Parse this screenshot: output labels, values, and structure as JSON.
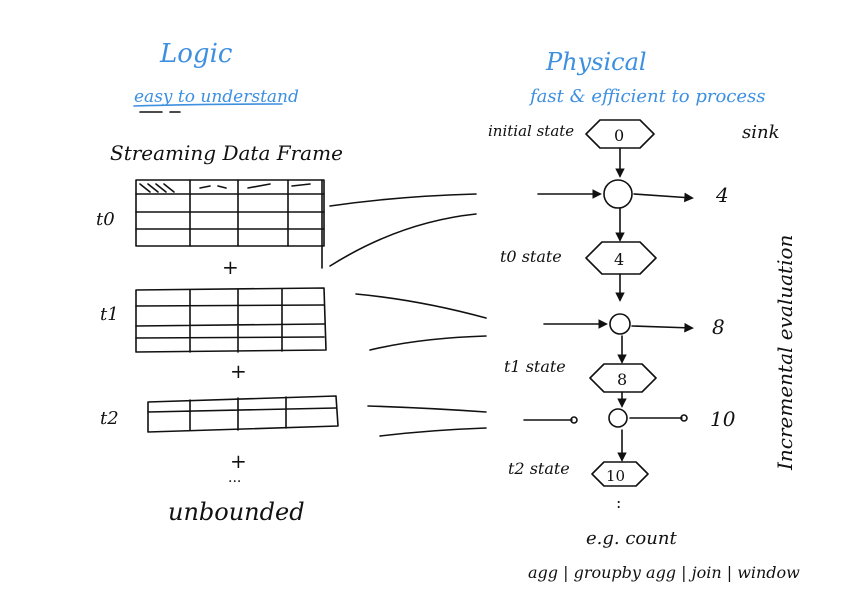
{
  "logical": {
    "title": "Logic",
    "subtitle": "easy to understand",
    "frame_label": "Streaming Data Frame",
    "times": [
      "t0",
      "t1",
      "t2"
    ],
    "plus": "+",
    "ellipsis": "...",
    "unbounded": "unbounded"
  },
  "physical": {
    "title": "Physical",
    "subtitle": "fast & efficient to process",
    "sink_label": "sink",
    "states": [
      {
        "label": "initial state",
        "value": "0"
      },
      {
        "label": "t0 state",
        "value": "4"
      },
      {
        "label": "t1 state",
        "value": "8"
      },
      {
        "label": "t2 state",
        "value": "10"
      }
    ],
    "outputs": [
      "4",
      "8",
      "10"
    ],
    "vertical_label": "Incremental evaluation",
    "continuation": ":",
    "example": "e.g. count",
    "operators": "agg | groupby agg | join | window"
  },
  "colors": {
    "accent": "#3d8fe0",
    "ink": "#111111"
  }
}
